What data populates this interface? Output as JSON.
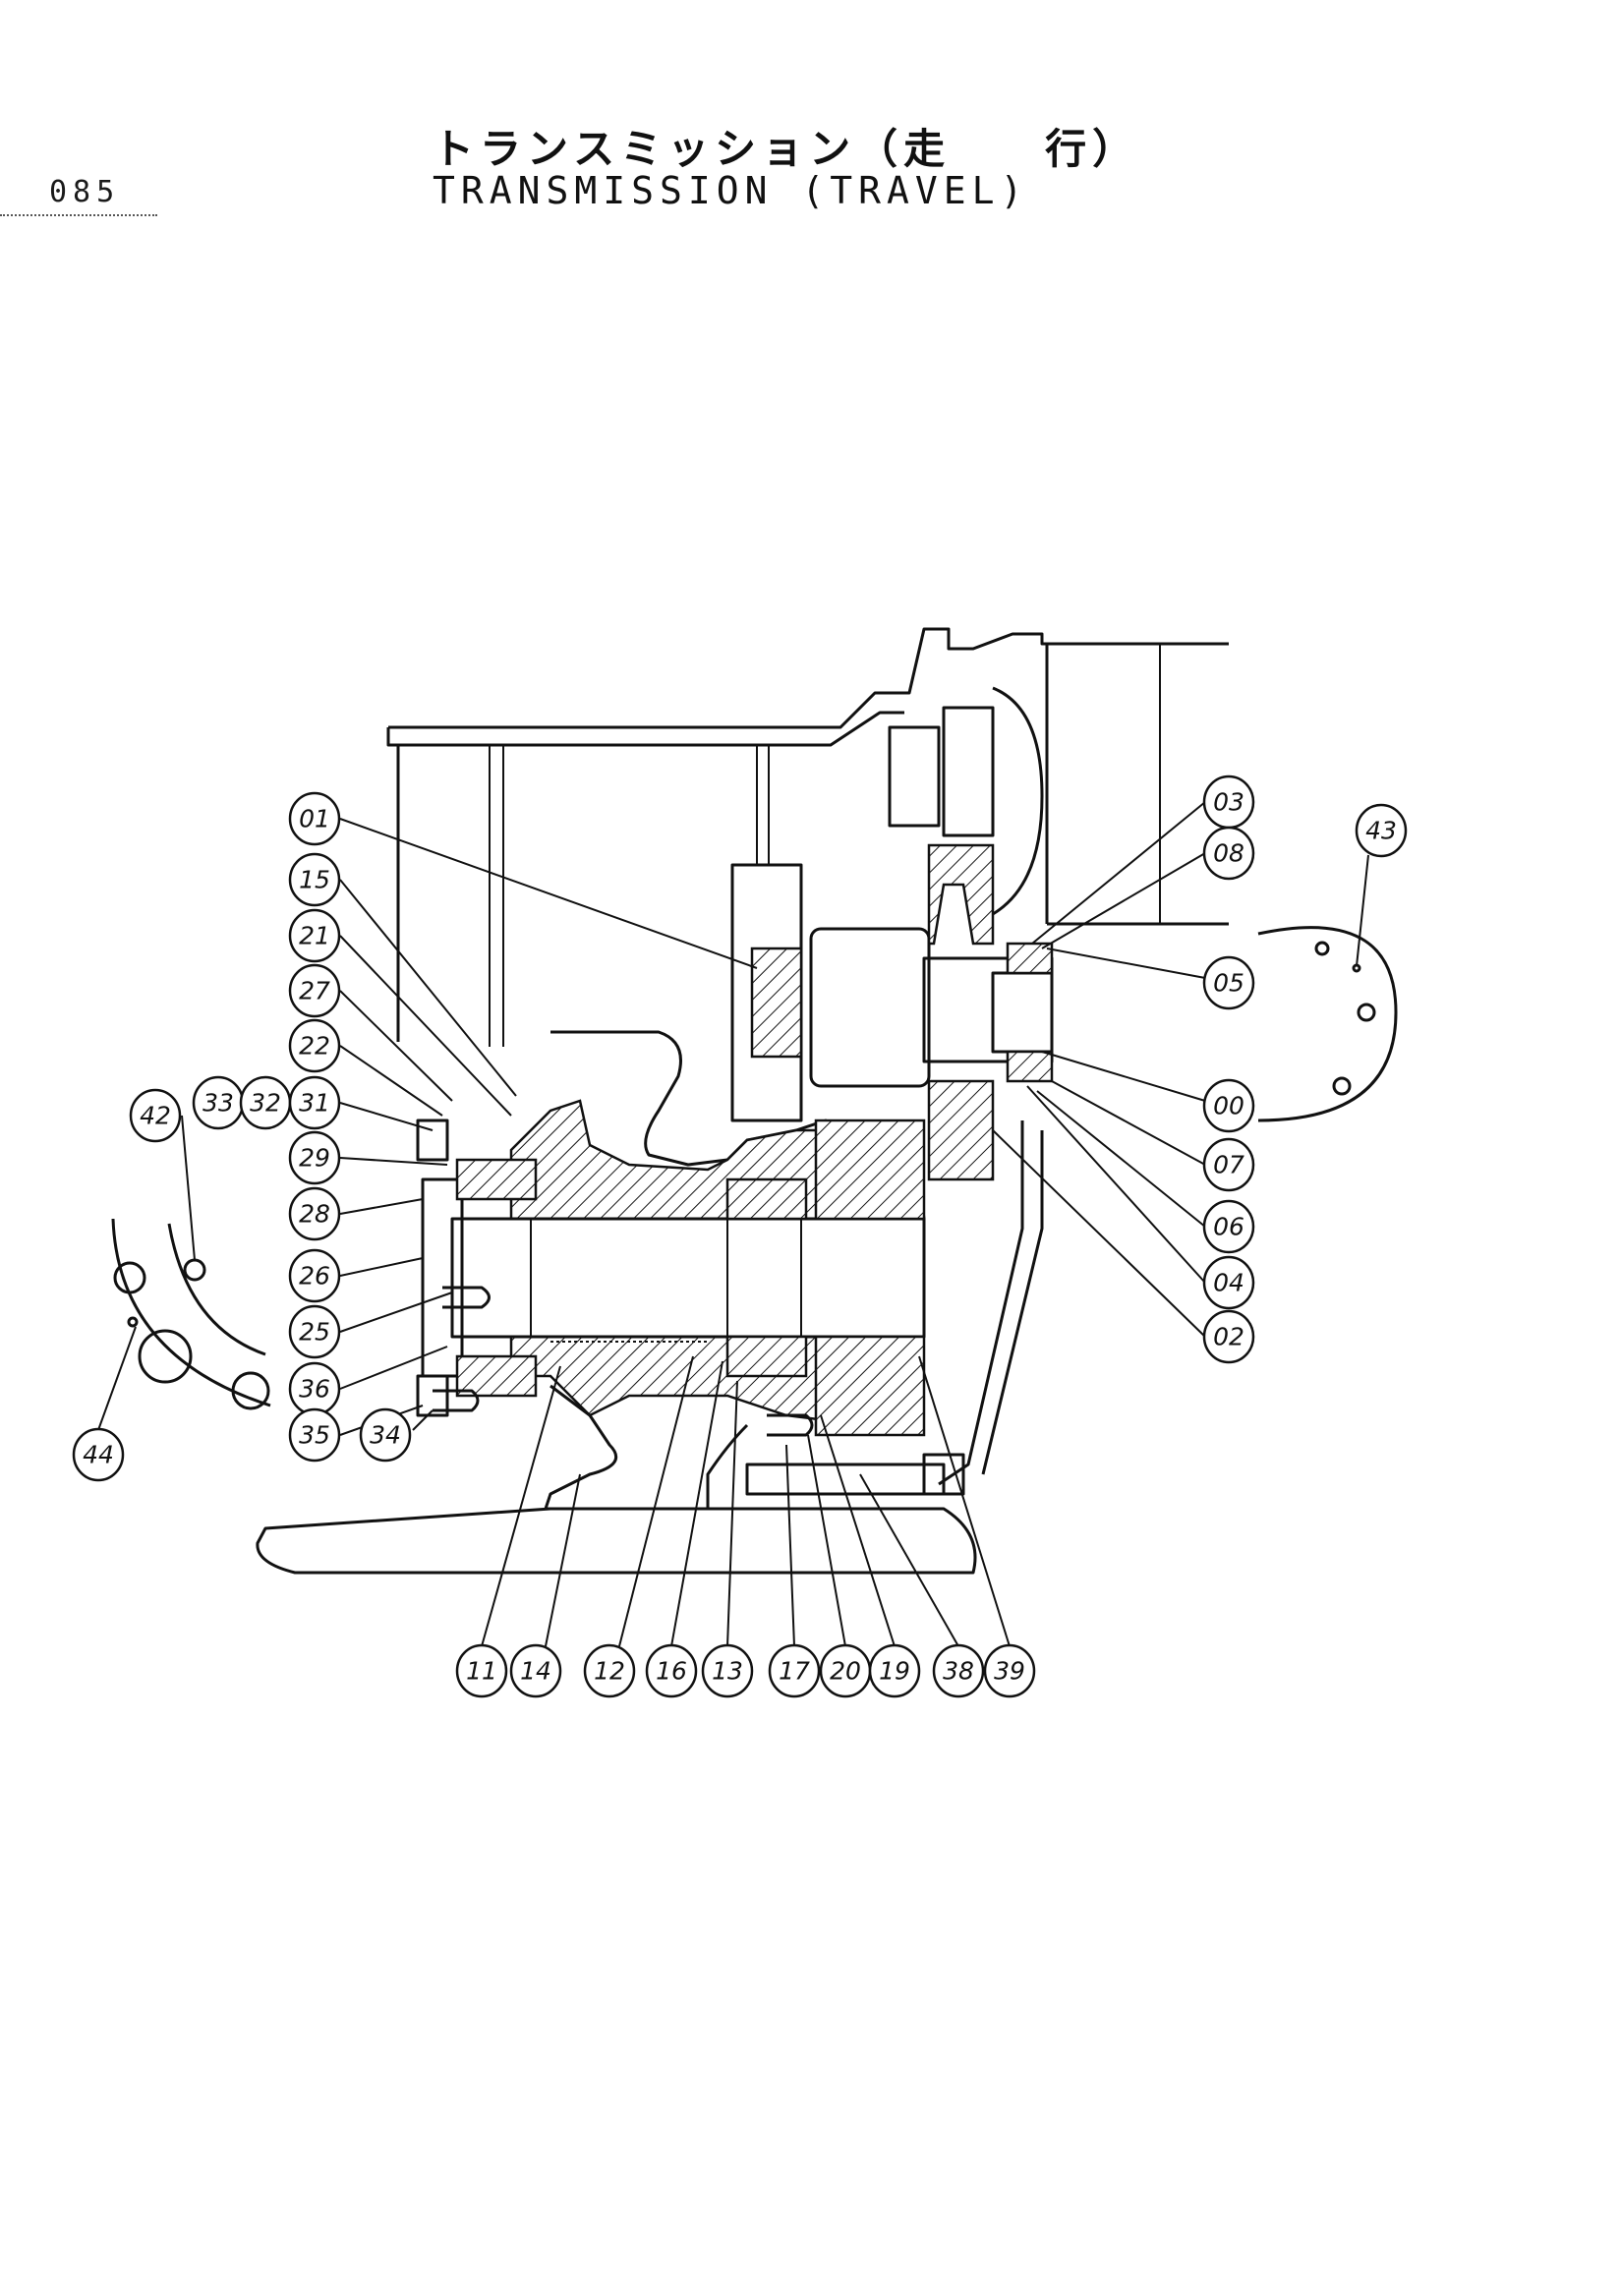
{
  "header": {
    "page_number": "085",
    "title_jp": "トランスミッション（走　　行）",
    "title_en": "TRANSMISSION (TRAVEL)"
  },
  "colors": {
    "ink": "#111111",
    "paper": "#ffffff"
  },
  "callouts": [
    {
      "label": "01",
      "part": "01"
    },
    {
      "label": "15",
      "part": "15"
    },
    {
      "label": "21",
      "part": "21"
    },
    {
      "label": "27",
      "part": "27"
    },
    {
      "label": "22",
      "part": "22"
    },
    {
      "label": "33",
      "part": "33"
    },
    {
      "label": "32",
      "part": "32"
    },
    {
      "label": "31",
      "part": "31"
    },
    {
      "label": "29",
      "part": "29"
    },
    {
      "label": "28",
      "part": "28"
    },
    {
      "label": "26",
      "part": "26"
    },
    {
      "label": "25",
      "part": "25"
    },
    {
      "label": "36",
      "part": "36"
    },
    {
      "label": "35",
      "part": "35"
    },
    {
      "label": "34",
      "part": "34"
    },
    {
      "label": "42",
      "part": "42"
    },
    {
      "label": "44",
      "part": "44"
    },
    {
      "label": "11",
      "part": "11"
    },
    {
      "label": "14",
      "part": "14"
    },
    {
      "label": "12",
      "part": "12"
    },
    {
      "label": "16",
      "part": "16"
    },
    {
      "label": "13",
      "part": "13"
    },
    {
      "label": "17",
      "part": "17"
    },
    {
      "label": "20",
      "part": "20"
    },
    {
      "label": "19",
      "part": "19"
    },
    {
      "label": "38",
      "part": "38"
    },
    {
      "label": "39",
      "part": "39"
    },
    {
      "label": "03",
      "part": "03"
    },
    {
      "label": "08",
      "part": "08"
    },
    {
      "label": "05",
      "part": "05"
    },
    {
      "label": "00",
      "part": "00"
    },
    {
      "label": "07",
      "part": "07"
    },
    {
      "label": "06",
      "part": "06"
    },
    {
      "label": "04",
      "part": "04"
    },
    {
      "label": "02",
      "part": "02"
    },
    {
      "label": "43",
      "part": "43"
    }
  ]
}
